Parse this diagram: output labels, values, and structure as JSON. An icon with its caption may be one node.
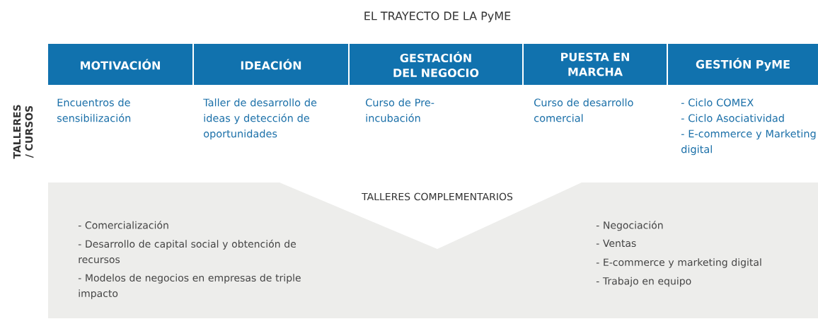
{
  "diagram": {
    "title": "EL TRAYECTO DE LA PyME",
    "nodes": [
      {
        "text": [
          "MOTIVACIÓN"
        ],
        "beside": [
          "Encuentros de sensibilización"
        ]
      },
      {
        "text": [
          "IDEACIÓN"
        ],
        "beside": [
          "Taller de desarrollo de ideas y detección de oportunidades"
        ]
      },
      {
        "text": [
          "GESTACIÓN DEL NEGOCIO"
        ],
        "beside": [
          "Curso de Pre-incubación"
        ]
      },
      {
        "text": [
          "PUESTA EN MARCHA"
        ],
        "beside": [
          "Curso de desarrollo comercial"
        ]
      },
      {
        "text": [
          "GESTIÓN PyME"
        ],
        "beside": [
          "- Ciclo COMEX",
          "- Ciclo Asociatividad",
          "- E-commerce y Marketing digital"
        ]
      },
      {
        "text": [
          "TALLERES COMPLEMENTARIOS",
          "- Comercialización",
          "- Desarrollo de capital social y obtención de recursos",
          "- Modelos de negocios en empresas de triple impacto",
          "- Negociación",
          "- Ventas",
          "- E-commerce y marketing digital",
          "- Trabajo en equipo"
        ]
      }
    ],
    "edges": [],
    "labels": [
      "TALLERES / CURSOS"
    ]
  }
}
